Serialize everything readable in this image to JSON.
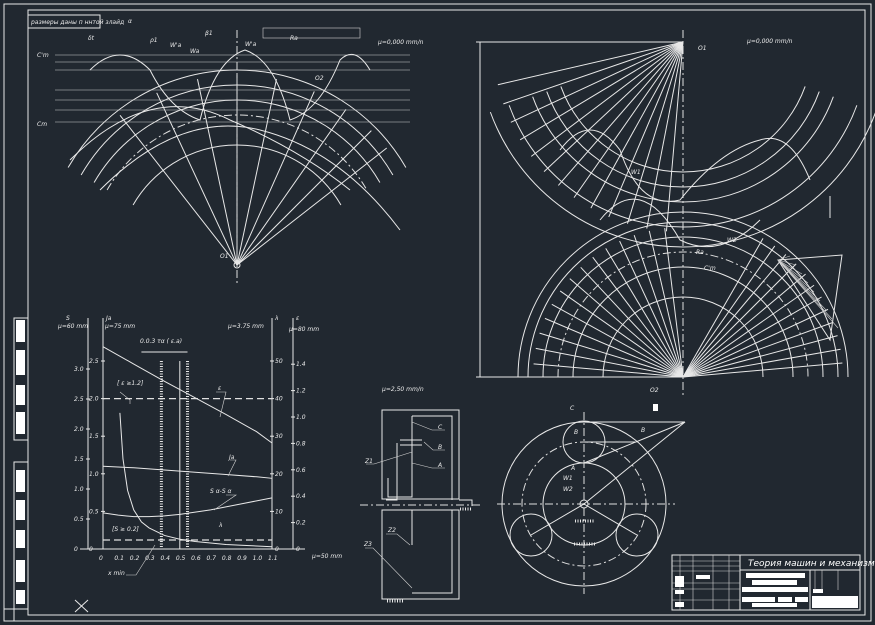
{
  "drawing": {
    "title_block": {
      "title": "Теория машин и механизмов"
    },
    "stamp_label": "размеры даны п ннтой злайд",
    "gear_section_1": {
      "scale_label": "μ=0,000 mm/n",
      "labels": [
        "α",
        "ρ1",
        "β1",
        "W'a",
        "Wa",
        "W'a",
        "δt",
        "Ra",
        "C'm",
        "Cm",
        "O1",
        "O2"
      ]
    },
    "gear_section_2": {
      "scale_label": "μ=0,000 mm/n",
      "labels": [
        "O1",
        "O2",
        "W1",
        "W2",
        "Ra",
        "C'm"
      ]
    },
    "mechanism_scheme": {
      "scale_label": "μ=2,50 mm/n",
      "labels": [
        "C",
        "B",
        "A",
        "Z1",
        "Z2",
        "Z3"
      ]
    },
    "planetary_view": {
      "labels": [
        "C",
        "B",
        "B",
        "A",
        "W1",
        "W2"
      ]
    }
  },
  "chart_data": {
    "type": "line",
    "title": "",
    "xlabel": "μ=50 mm",
    "x_ticks": [
      "0",
      "0.1",
      "0.2",
      "0.3",
      "0.4",
      "0.5",
      "0.6",
      "0.7",
      "0.8",
      "0.9",
      "1.0",
      "1.1"
    ],
    "xlim": [
      0,
      1.1
    ],
    "axes": [
      {
        "name": "S",
        "scale": "μ=60 mm",
        "ticks": [
          "0",
          "0.5",
          "1.0",
          "1.5",
          "2.0",
          "2.5",
          "3.0"
        ]
      },
      {
        "name": "Ja",
        "scale": "μ=75 mm",
        "ticks": [
          "0",
          "0.5",
          "1.0",
          "1.5",
          "2.0",
          "2.5"
        ]
      },
      {
        "name": "λ",
        "scale": "μ=3.75 mm",
        "ticks": [
          "0",
          "10",
          "20",
          "30",
          "40",
          "50"
        ]
      },
      {
        "name": "ε",
        "scale": "μ=80 mm",
        "ticks": [
          "0",
          "0.2",
          "0.4",
          "0.6",
          "0.8",
          "1.0",
          "1.2",
          "1.4"
        ]
      }
    ],
    "ylim": [
      0,
      28
    ],
    "annotations": [
      "0.0.3 τα ( ε.a)",
      "[ ε ≥1.2]",
      "[S ≥ 0.2]",
      "ε",
      "Ja",
      "S α-S α",
      "λ",
      "x min"
    ],
    "series": [
      {
        "name": "ε",
        "x": [
          0,
          0.2,
          0.4,
          0.6,
          0.8,
          1.0,
          1.1
        ],
        "y": [
          26.9,
          24.6,
          22.3,
          20.1,
          17.9,
          15.6,
          14.1
        ]
      },
      {
        "name": "Ja",
        "x": [
          0,
          0.2,
          0.4,
          0.6,
          0.8,
          1.0,
          1.1
        ],
        "y": [
          11.0,
          10.8,
          10.5,
          10.2,
          9.9,
          9.6,
          9.4
        ]
      },
      {
        "name": "S",
        "x": [
          0,
          0.1,
          0.2,
          0.3,
          0.4,
          0.5,
          0.6,
          0.7,
          0.8,
          0.9,
          1.0,
          1.1
        ],
        "y": [
          4.8,
          4.5,
          4.3,
          4.3,
          4.4,
          4.6,
          4.9,
          5.2,
          5.6,
          6.0,
          6.4,
          6.8
        ]
      },
      {
        "name": "λ",
        "x": [
          0.11,
          0.13,
          0.16,
          0.2,
          0.25,
          0.3,
          0.4,
          0.5,
          0.6,
          0.7,
          0.8,
          0.9,
          1.0,
          1.1
        ],
        "y": [
          18.1,
          12.0,
          7.8,
          5.2,
          3.6,
          2.8,
          1.8,
          1.3,
          1.0,
          0.8,
          0.6,
          0.5,
          0.4,
          0.3
        ]
      }
    ],
    "limit_lines": [
      {
        "name": "ε ≥ 1.2",
        "y": 20
      },
      {
        "name": "S ≥ 0.2",
        "y": 1.2
      }
    ],
    "vertical_limits": [
      0.38,
      0.5,
      0.55
    ]
  }
}
